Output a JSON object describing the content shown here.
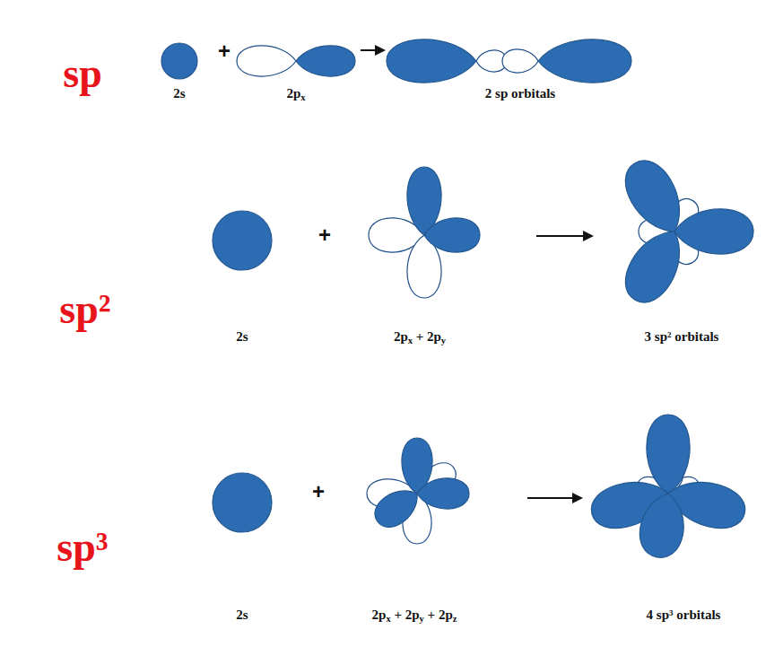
{
  "diagram": {
    "labels": [
      "sp",
      "+",
      "2s",
      "2px",
      "2 sp orbitals",
      "sp²",
      "+",
      "2s",
      "2px + 2py",
      "3 sp² orbitals",
      "sp³",
      "+",
      "2s",
      "2px + 2py + 2pz",
      "4 sp³ orbitals"
    ]
  }
}
